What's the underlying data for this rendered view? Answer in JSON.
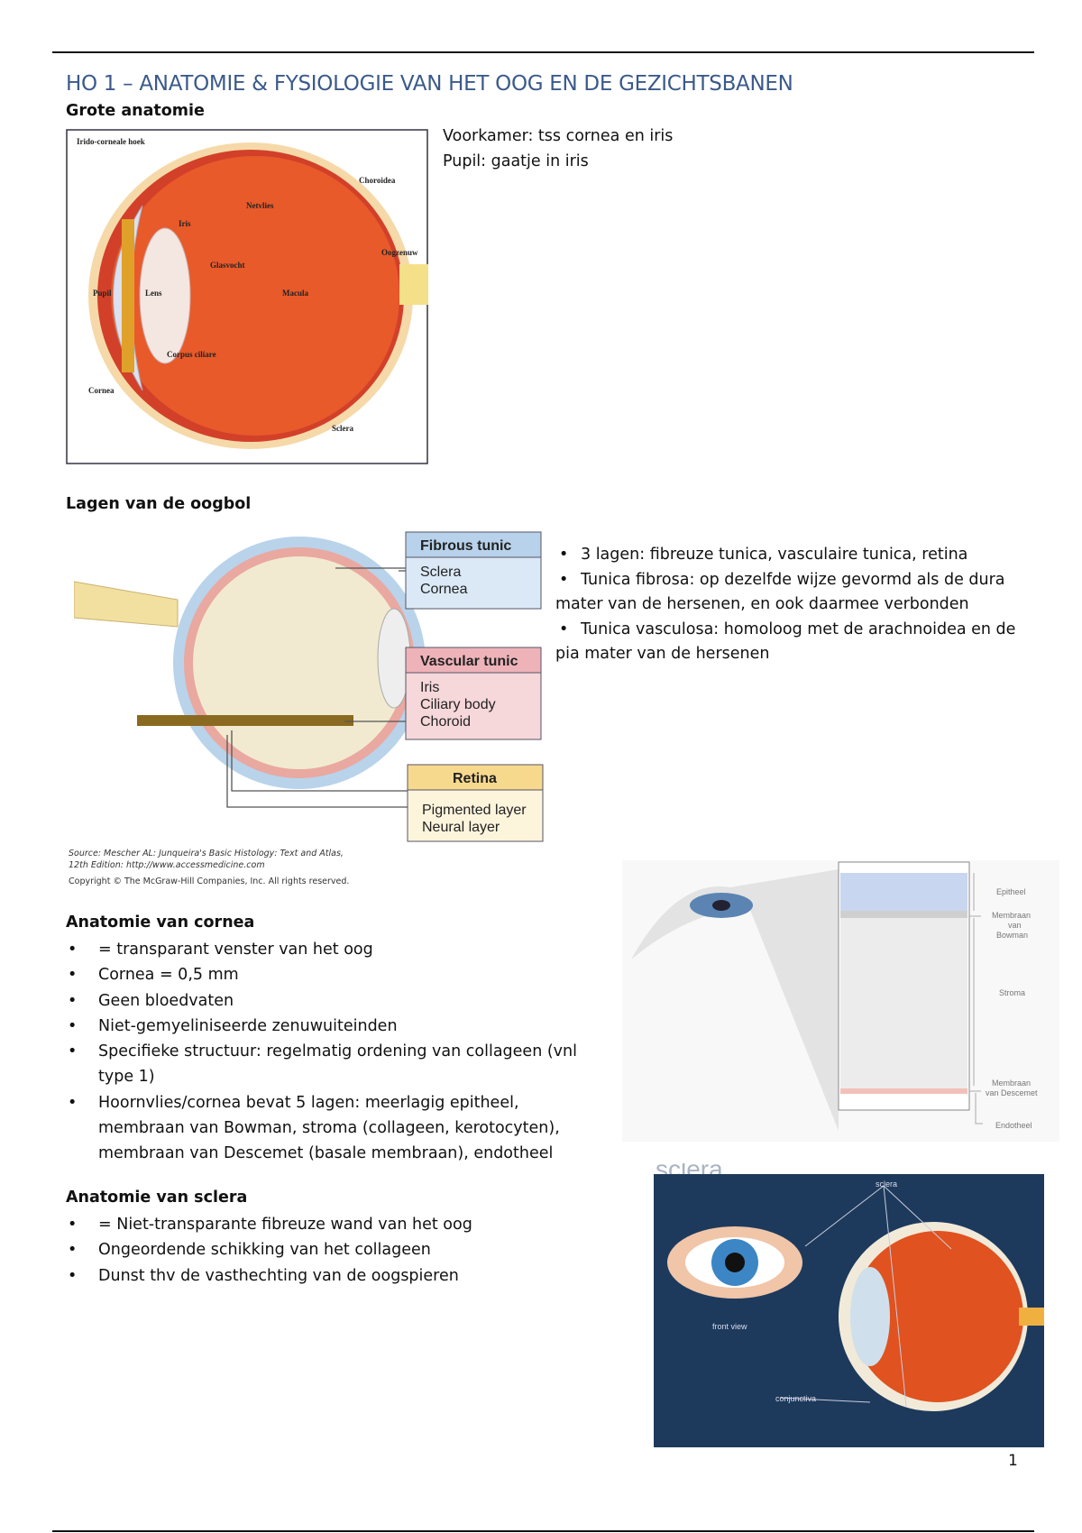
{
  "title": "HO 1 – ANATOMIE & FYSIOLOGIE VAN HET OOG EN DE GEZICHTSBANEN",
  "sections": {
    "grote_anatomie": {
      "heading": "Grote anatomie",
      "notes": [
        "Voorkamer: tss cornea en iris",
        "Pupil: gaatje in iris"
      ],
      "figure_labels": {
        "iridocorneal": "Irido-corneale hoek",
        "choroidea": "Choroidea",
        "netvlies": "Netvlies",
        "iris": "Iris",
        "oogzenuw": "Oogzenuw",
        "glasvocht": "Glasvocht",
        "pupil": "Pupil",
        "lens": "Lens",
        "macula": "Macula",
        "corpus": "Corpus ciliare",
        "cornea": "Cornea",
        "sclera": "Sclera"
      }
    },
    "lagen": {
      "heading": "Lagen van de oogbol",
      "bullets": [
        "3 lagen: fibreuze tunica, vasculaire tunica, retina",
        "Tunica fibrosa: op dezelfde wijze gevormd als de dura mater van de hersenen, en ook daarmee verbonden",
        "Tunica vasculosa: homoloog met de arachnoidea en de pia mater van de hersenen"
      ],
      "figure": {
        "fibrous": {
          "title": "Fibrous tunic",
          "items": [
            "Sclera",
            "Cornea"
          ]
        },
        "vascular": {
          "title": "Vascular tunic",
          "items": [
            "Iris",
            "Ciliary body",
            "Choroid"
          ]
        },
        "retina": {
          "title": "Retina",
          "items": [
            "Pigmented layer",
            "Neural layer"
          ]
        }
      },
      "source": [
        "Source: Mescher AL: Junqueira's Basic Histology: Text and Atlas,",
        "12th Edition: http://www.accessmedicine.com",
        "Copyright © The McGraw-Hill Companies, Inc. All rights reserved."
      ]
    },
    "cornea": {
      "heading": "Anatomie van cornea",
      "bullets": [
        "= transparant venster van het oog",
        "Cornea = 0,5 mm",
        "Geen bloedvaten",
        "Niet-gemyeliniseerde zenuwuiteinden",
        "Specifieke structuur: regelmatig ordening van collageen (vnl type 1)",
        "Hoornvlies/cornea bevat 5 lagen: meerlagig epitheel, membraan van Bowman, stroma (collageen, kerotocyten), membraan van Descemet (basale membraan), endotheel"
      ],
      "figure_labels": {
        "epitheel": "Epitheel",
        "bowman1": "Membraan",
        "bowman2": "van",
        "bowman3": "Bowman",
        "stroma": "Stroma",
        "descemet1": "Membraan",
        "descemet2": "van Descemet",
        "endotheel": "Endotheel"
      }
    },
    "sclera": {
      "heading": "Anatomie van sclera",
      "bullets": [
        "= Niet-transparante fibreuze wand van het oog",
        "Ongeordende schikking van het collageen",
        "Dunst thv de vasthechting van de oogspieren"
      ],
      "figure_labels": {
        "top": "sclera",
        "sclera": "sclera",
        "front": "front view",
        "conj": "conjunctiva"
      }
    }
  },
  "page_number": "1"
}
